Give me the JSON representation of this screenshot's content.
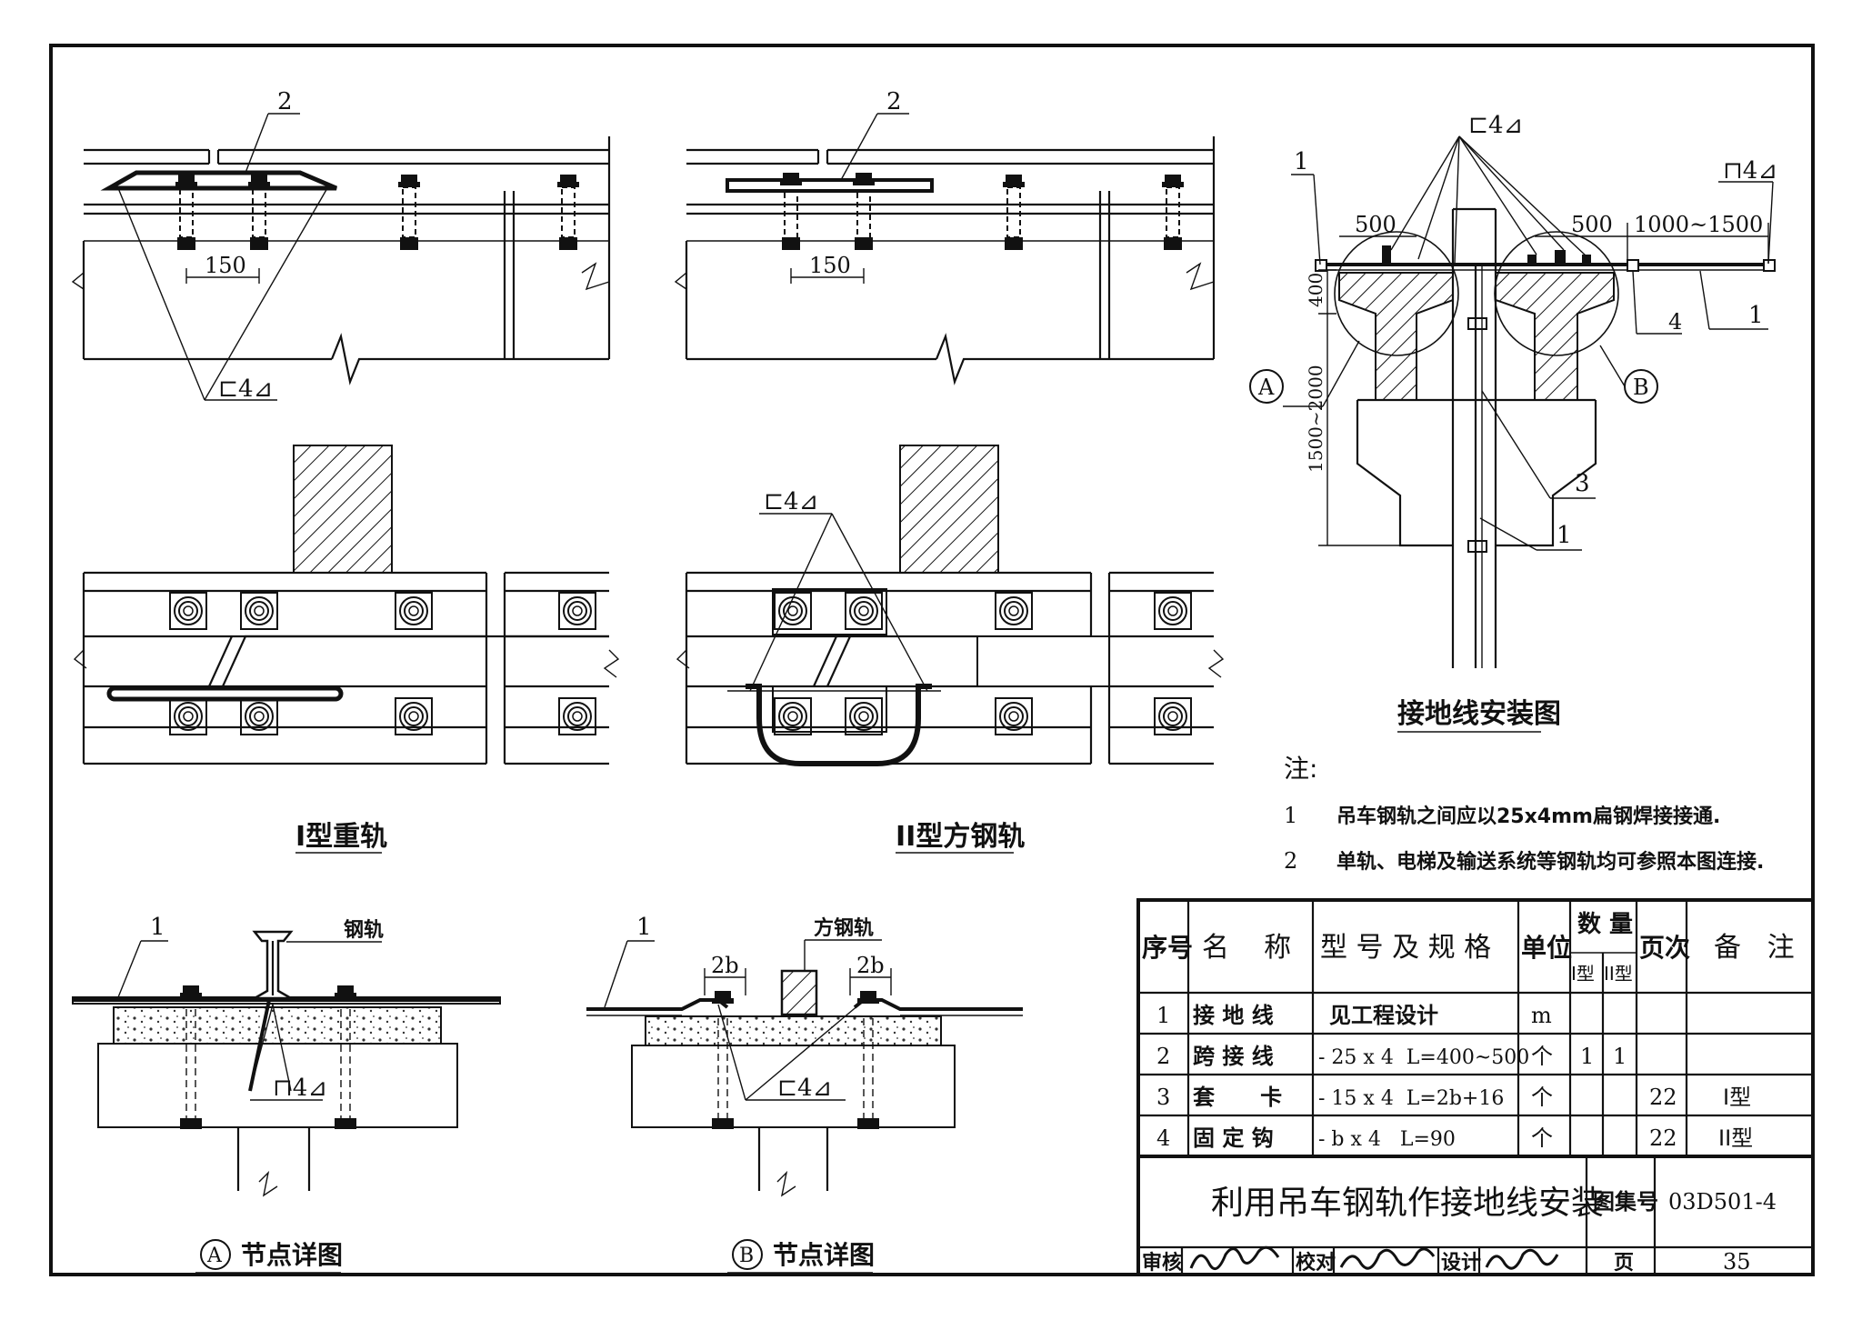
{
  "labels": {
    "dim_150": "150",
    "dim_500": "500",
    "dim_1000_1500": "1000~1500",
    "dim_400": "400",
    "dim_1500_2000": "1500~2000",
    "dim_2b": "2b",
    "weld_symbol_c4": "⊏4⊿",
    "weld_symbol_n4": "⊓4⊿",
    "label_steel_rail": "钢轨",
    "label_square_rail": "方钢轨",
    "callout_A": "A",
    "callout_B": "B",
    "item_1": "1",
    "item_2": "2",
    "item_3": "3",
    "item_4": "4"
  },
  "titles": {
    "type1": "I型重轨",
    "type2": "II型方钢轨",
    "install": "接地线安装图",
    "detail_a": "节点详图",
    "detail_b": "节点详图"
  },
  "notes": {
    "heading": "注:",
    "items": [
      {
        "no": "1",
        "text": "吊车钢轨之间应以25x4mm扁钢焊接接通."
      },
      {
        "no": "2",
        "text": "单轨、电梯及输送系统等钢轨均可参照本图连接."
      }
    ]
  },
  "table": {
    "headers": {
      "seq": "序号",
      "name": "名    称",
      "spec": "型 号 及 规 格",
      "unit": "单位",
      "qty": "数 量",
      "qty_1": "I型",
      "qty_2": "II型",
      "page": "页次",
      "remark": "备   注"
    },
    "rows": [
      {
        "seq": "1",
        "name": "接 地 线",
        "spec": "见工程设计",
        "unit": "m",
        "q1": "",
        "q2": "",
        "page": "",
        "remark": ""
      },
      {
        "seq": "2",
        "name": "跨 接 线",
        "spec": "- 25 x 4  L=400~500",
        "unit": "个",
        "q1": "1",
        "q2": "1",
        "page": "",
        "remark": ""
      },
      {
        "seq": "3",
        "name": "套      卡",
        "spec": "- 15 x 4  L=2b+16",
        "unit": "个",
        "q1": "",
        "q2": "",
        "page": "22",
        "remark": "I型"
      },
      {
        "seq": "4",
        "name": "固 定 钩",
        "spec": "- b x 4   L=90",
        "unit": "个",
        "q1": "",
        "q2": "",
        "page": "22",
        "remark": "II型"
      }
    ],
    "title": "利用吊车钢轨作接地线安装",
    "atlas_label": "图集号",
    "atlas_no": "03D501-4",
    "review_label": "审核",
    "check_label": "校对",
    "design_label": "设计",
    "page_label": "页",
    "page_no": "35"
  }
}
